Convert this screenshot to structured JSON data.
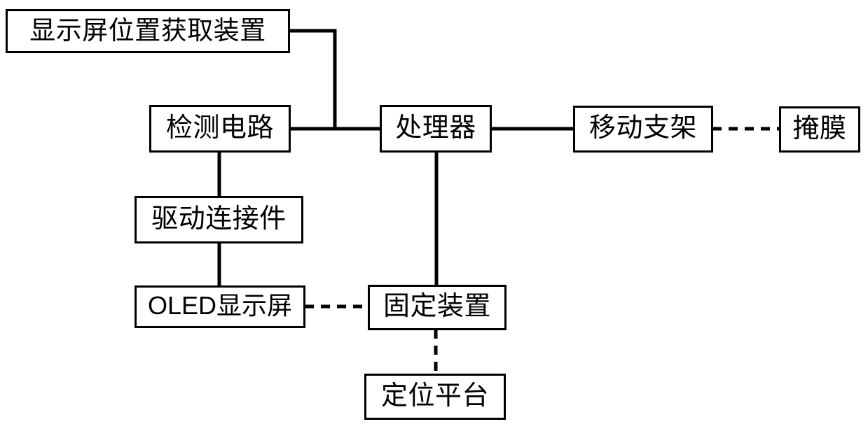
{
  "diagram": {
    "type": "block-diagram",
    "title": "",
    "background_color": "#ffffff",
    "line_color": "#000000",
    "text_color": "#000000",
    "nodes": [
      {
        "id": "display-position-acq",
        "label": "显示屏位置获取装置"
      },
      {
        "id": "detect-circuit",
        "label": "检测电路"
      },
      {
        "id": "processor",
        "label": "处理器"
      },
      {
        "id": "moving-bracket",
        "label": "移动支架"
      },
      {
        "id": "mask",
        "label": "掩膜"
      },
      {
        "id": "drive-connector",
        "label": "驱动连接件"
      },
      {
        "id": "oled-display",
        "label": "OLED显示屏"
      },
      {
        "id": "fixing-device",
        "label": "固定装置"
      },
      {
        "id": "positioning-platform",
        "label": "定位平台"
      }
    ],
    "connections": [
      {
        "from": "display-position-acq",
        "to": "processor",
        "style": "solid",
        "routing": "elbow"
      },
      {
        "from": "detect-circuit",
        "to": "processor",
        "style": "solid",
        "routing": "straight"
      },
      {
        "from": "processor",
        "to": "moving-bracket",
        "style": "solid",
        "routing": "straight"
      },
      {
        "from": "moving-bracket",
        "to": "mask",
        "style": "dashed",
        "routing": "straight"
      },
      {
        "from": "detect-circuit",
        "to": "drive-connector",
        "style": "solid",
        "routing": "straight"
      },
      {
        "from": "drive-connector",
        "to": "oled-display",
        "style": "solid",
        "routing": "straight"
      },
      {
        "from": "oled-display",
        "to": "fixing-device",
        "style": "dashed",
        "routing": "straight"
      },
      {
        "from": "processor",
        "to": "fixing-device",
        "style": "solid",
        "routing": "straight"
      },
      {
        "from": "fixing-device",
        "to": "positioning-platform",
        "style": "dashed",
        "routing": "straight"
      }
    ]
  }
}
